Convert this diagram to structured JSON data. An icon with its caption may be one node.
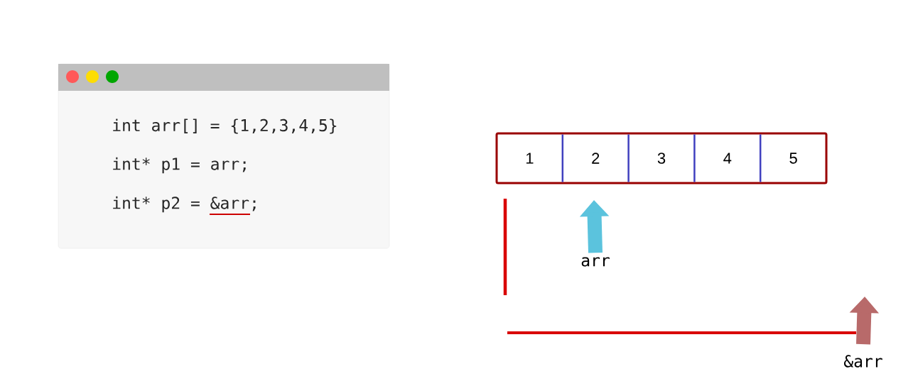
{
  "diagram": {
    "nodes": [
      {
        "text": [
          "int arr[] = {1,2,3,4,5}",
          "int* p1 = arr;",
          "int* p2 = &arr;"
        ]
      },
      {
        "text": [],
        "shape": "box"
      },
      {
        "text": [
          "1"
        ],
        "in": 1
      },
      {
        "text": [
          "2"
        ],
        "in": 1
      },
      {
        "text": [
          "3"
        ],
        "in": 1
      },
      {
        "text": [
          "4"
        ],
        "in": 1
      },
      {
        "text": [
          "5"
        ],
        "in": 1
      },
      {
        "text": [
          "arr"
        ]
      },
      {
        "text": [
          "&arr"
        ]
      }
    ],
    "edges": [
      {
        "from": 7,
        "to": null,
        "arrow": "to",
        "color": "#5bc3dd"
      },
      {
        "from": 8,
        "to": null,
        "arrow": "to",
        "color": "#b86a6a"
      }
    ]
  }
}
